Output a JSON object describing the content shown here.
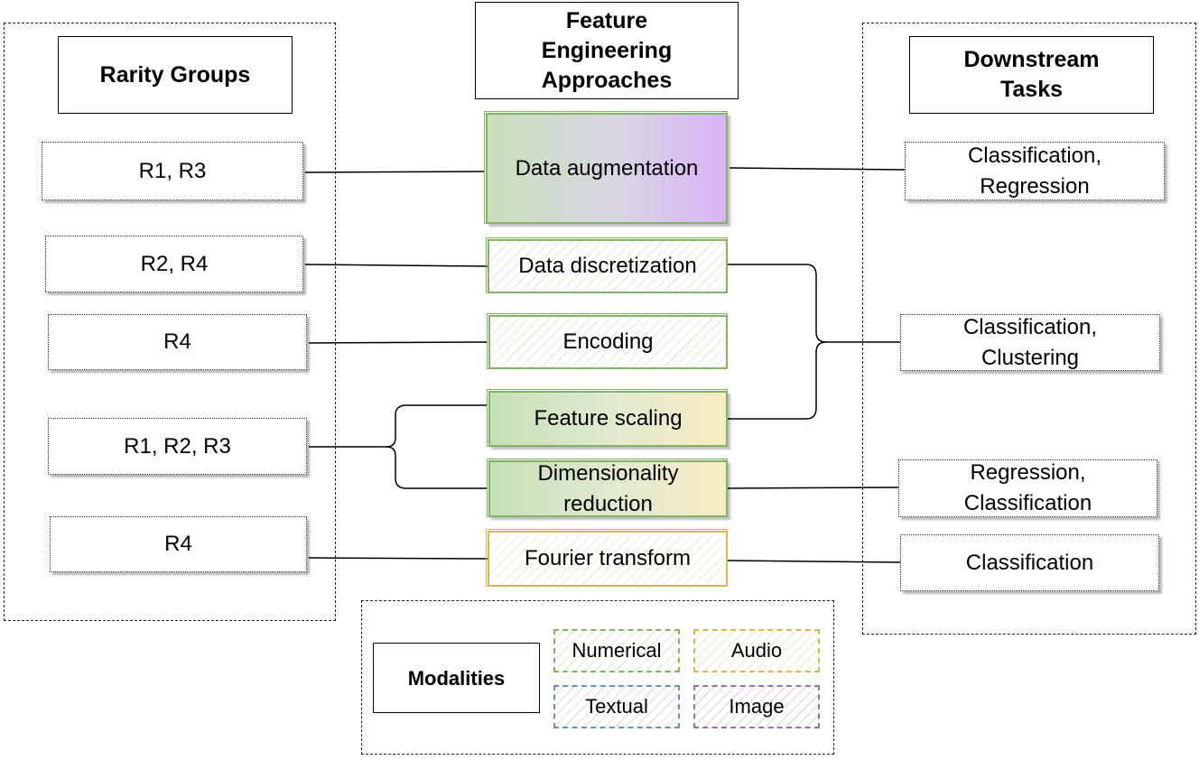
{
  "rarity": {
    "header": "Rarity Groups",
    "items": [
      "R1, R3",
      "R2, R4",
      "R4",
      "R1, R2, R3",
      "R4"
    ]
  },
  "approaches": {
    "header": "Feature Engineering Approaches",
    "items": [
      "Data augmentation",
      "Data discretization",
      "Encoding",
      "Feature scaling",
      "Dimensionality reduction",
      "Fourier transform"
    ]
  },
  "tasks": {
    "header": "Downstream Tasks",
    "items": [
      "Classification, Regression",
      "Classification, Clustering",
      "Regression, Classification",
      "Classification"
    ]
  },
  "modalities": {
    "label": "Modalities",
    "items": [
      "Numerical",
      "Audio",
      "Textual",
      "Image"
    ]
  },
  "colors": {
    "numerical": "#82b366",
    "audio": "#d6b656",
    "textual": "#6c8ebf",
    "image": "#9673a6"
  }
}
